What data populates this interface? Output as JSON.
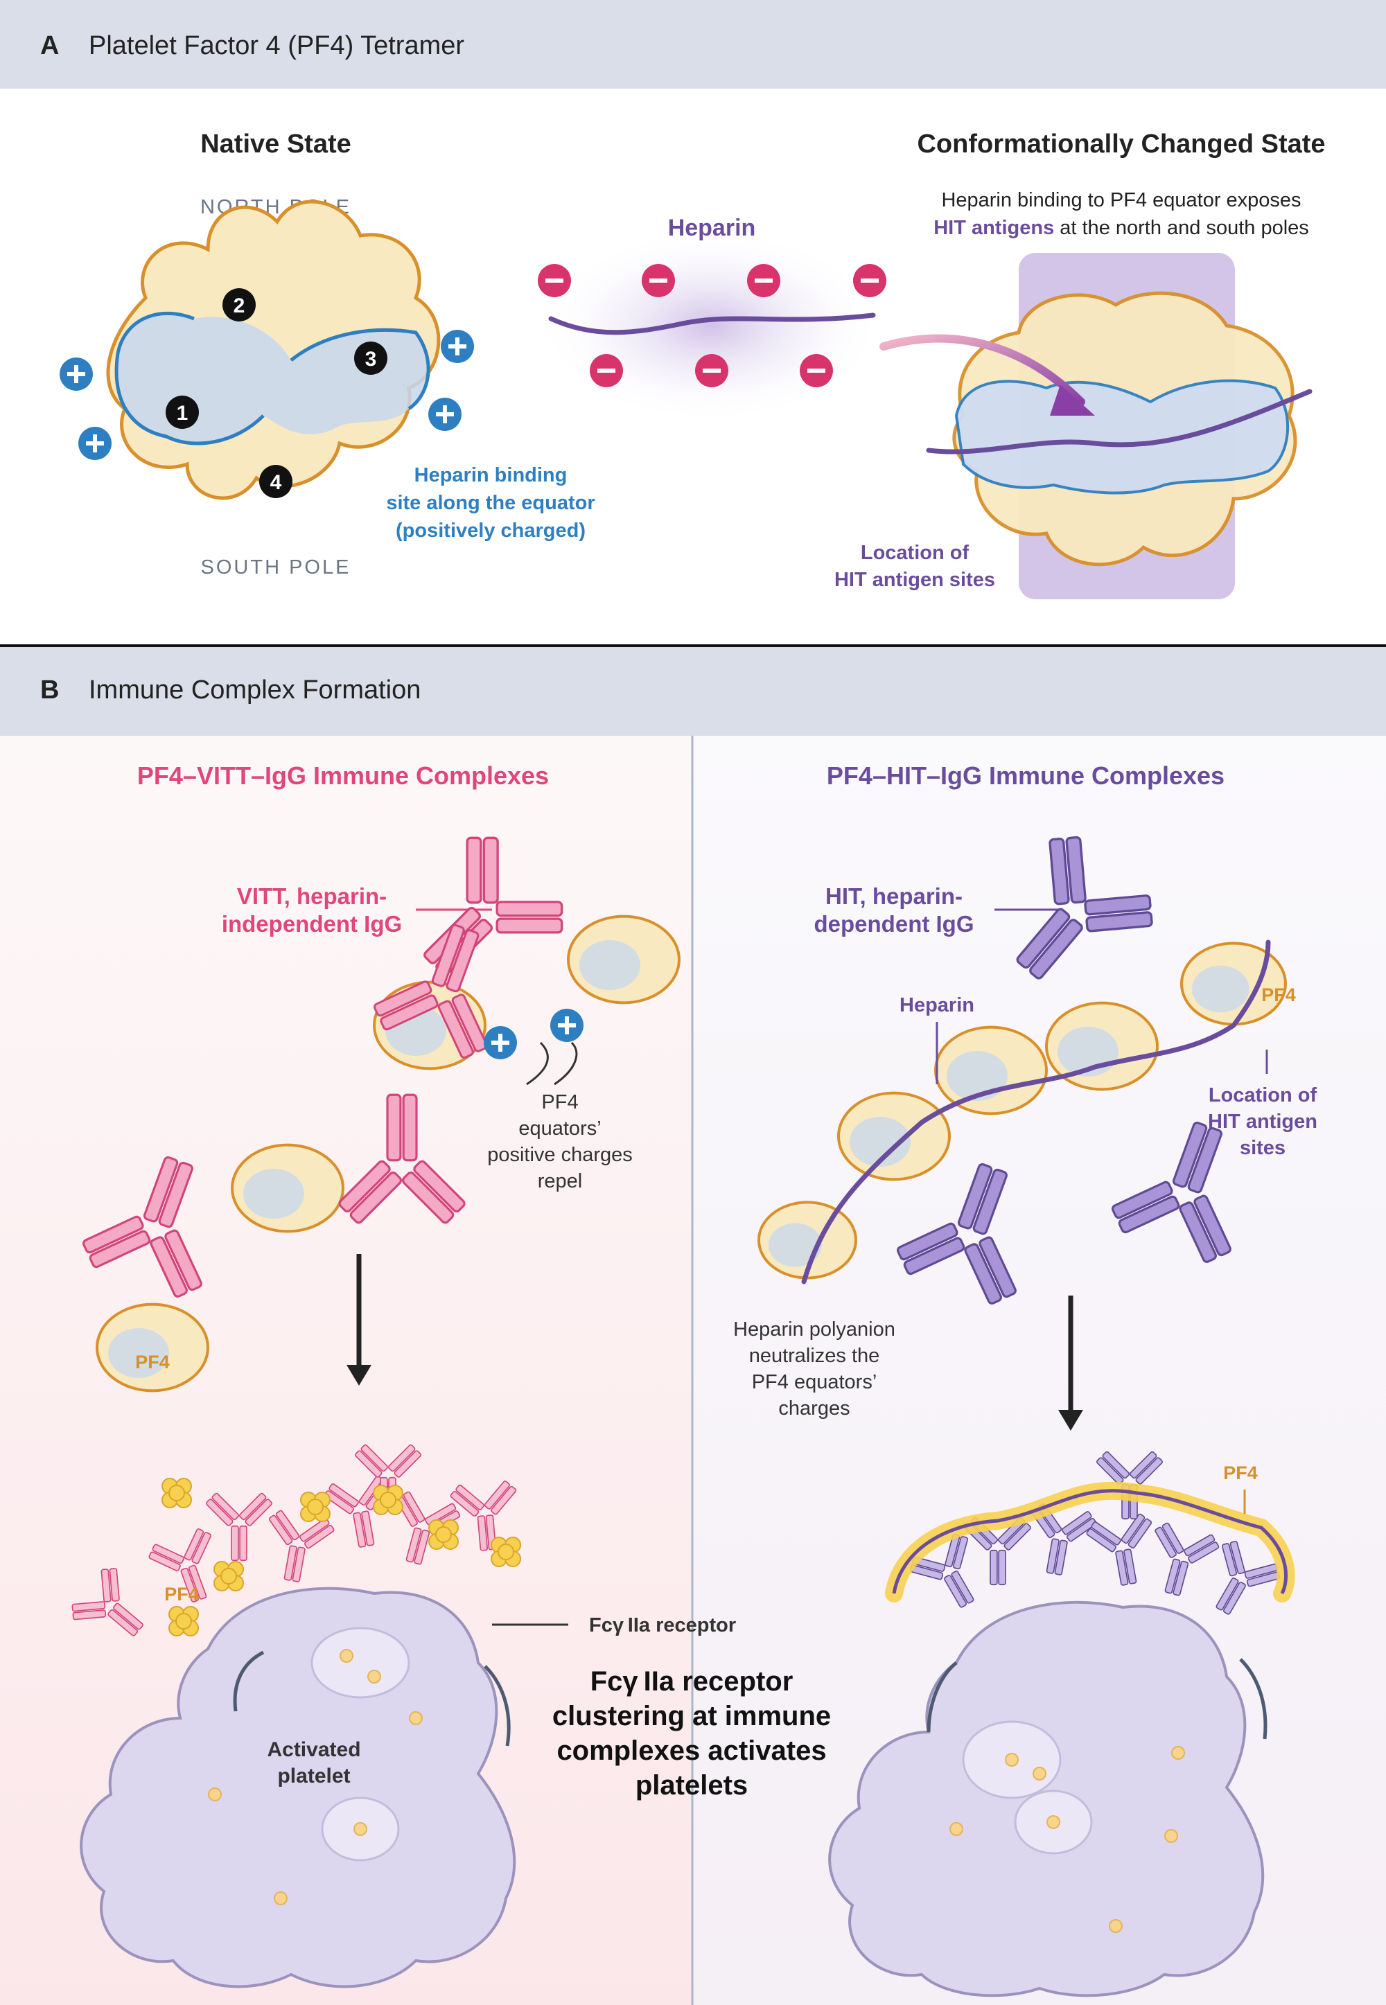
{
  "panelA": {
    "letter": "A",
    "title": "Platelet Factor 4 (PF4) Tetramer",
    "native": {
      "heading": "Native State",
      "north": "NORTH POLE",
      "south": "SOUTH POLE",
      "binding_lines": [
        "Heparin binding",
        "site along the equator",
        "(positively charged)"
      ],
      "numbers": [
        "1",
        "2",
        "3",
        "4"
      ]
    },
    "heparin": {
      "label": "Heparin"
    },
    "changed": {
      "heading": "Conformationally Changed State",
      "desc_line1": "Heparin binding to PF4 equator exposes",
      "desc_line2_bold": "HIT antigens",
      "desc_line2_rest": " at the north and south poles",
      "location_lines": [
        "Location of",
        "HIT antigen sites"
      ]
    }
  },
  "panelB": {
    "letter": "B",
    "title": "Immune Complex Formation",
    "left": {
      "heading": "PF4–VITT–IgG Immune Complexes",
      "igg_lines": [
        "VITT, heparin-",
        "independent IgG"
      ],
      "repel_lines": [
        "PF4",
        "equators’",
        "positive charges",
        "repel"
      ],
      "pf4": "PF4",
      "pf4_bottom": "PF4",
      "platelet_lines": [
        "Activated",
        "platelet"
      ],
      "receptor": "Fcγ IIa receptor"
    },
    "right": {
      "heading": "PF4–HIT–IgG Immune Complexes",
      "igg_lines": [
        "HIT, heparin-",
        "dependent IgG"
      ],
      "heparin": "Heparin",
      "pf4": "PF4",
      "location_lines": [
        "Location of",
        "HIT antigen",
        "sites"
      ],
      "neutral_lines": [
        "Heparin polyanion",
        "neutralizes the",
        "PF4 equators’",
        "charges"
      ],
      "pf4_bottom": "PF4"
    },
    "center_lines": [
      "Fcγ IIa receptor",
      "clustering at immune",
      "complexes activates",
      "platelets"
    ]
  },
  "colors": {
    "header_bg": "#d9dee8",
    "vitt_pink": "#e0457b",
    "hit_purple": "#6a4c9c",
    "charge_blue": "#2e7fc1",
    "pf4_orange": "#d9902a",
    "minus_red": "#d8336a",
    "platelet": "#dcd6ee"
  }
}
